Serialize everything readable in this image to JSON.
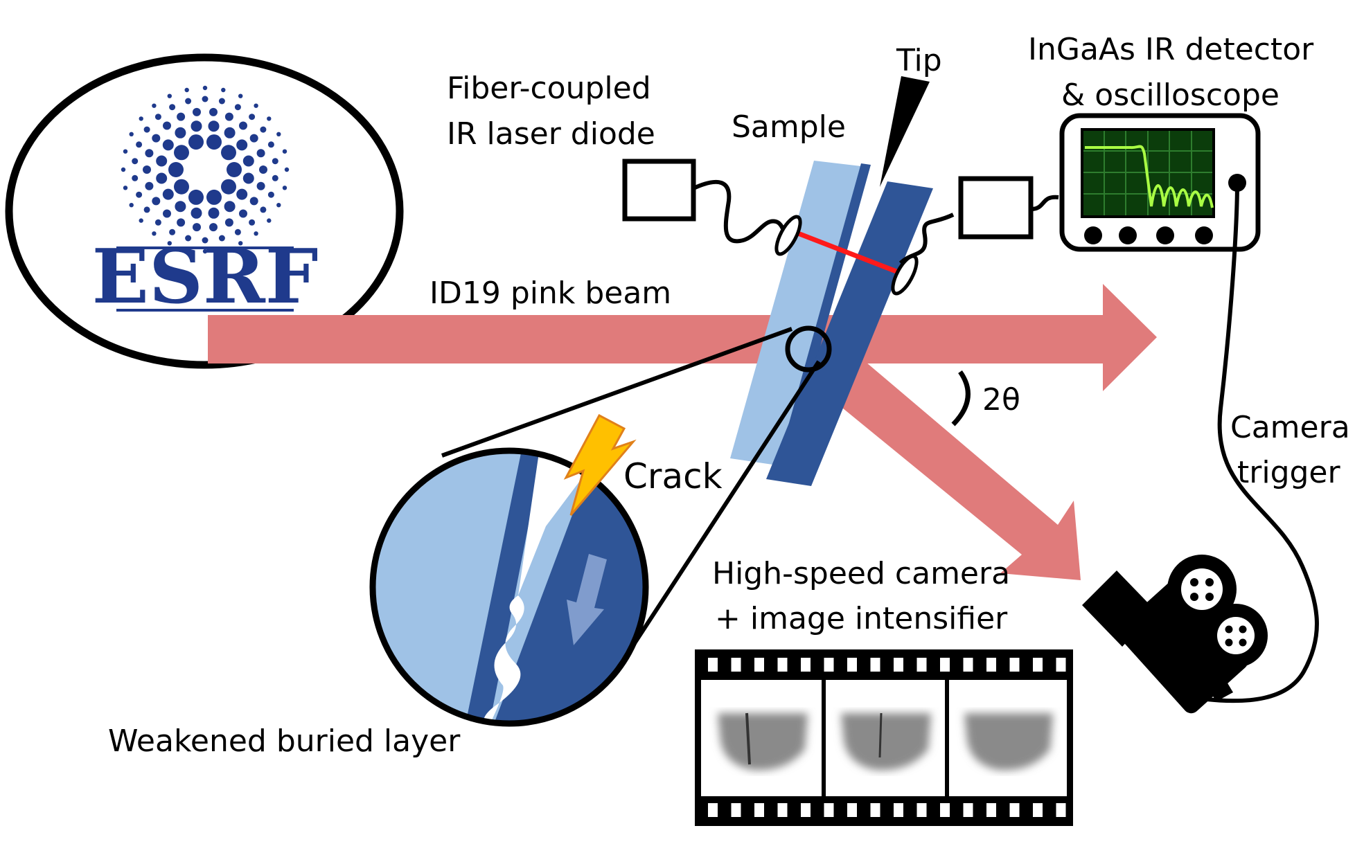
{
  "labels": {
    "fiber_line1": "Fiber-coupled",
    "fiber_line2": "IR laser diode",
    "tip": "Tip",
    "sample": "Sample",
    "detector_line1": "InGaAs IR detector",
    "detector_line2": "& oscilloscope",
    "beam": "ID19 pink beam",
    "angle": "2θ",
    "crack": "Crack",
    "camera_trigger_line1": "Camera",
    "camera_trigger_line2": "trigger",
    "camera_line1": "High-speed camera",
    "camera_line2": "+ image intensifier",
    "weakened_layer": "Weakened buried layer",
    "logo_text": "ESRF"
  },
  "colors": {
    "beam": "#e07b7b",
    "sample_light": "#9fc2e6",
    "sample_dark": "#2f5597",
    "esrf_blue": "#1f3a8c",
    "laser": "#ff1a1a",
    "scope_screen": "#0b3d0b",
    "scope_trace": "#aaff44",
    "bolt": "#ffc000",
    "bolt_edge": "#e0801a"
  },
  "icons": [
    "esrf-logo",
    "laser-diode-box",
    "detector-box",
    "oscilloscope-icon",
    "lightning-bolt-icon",
    "movie-camera-icon",
    "film-strip-icon",
    "arrow-down-icon"
  ]
}
